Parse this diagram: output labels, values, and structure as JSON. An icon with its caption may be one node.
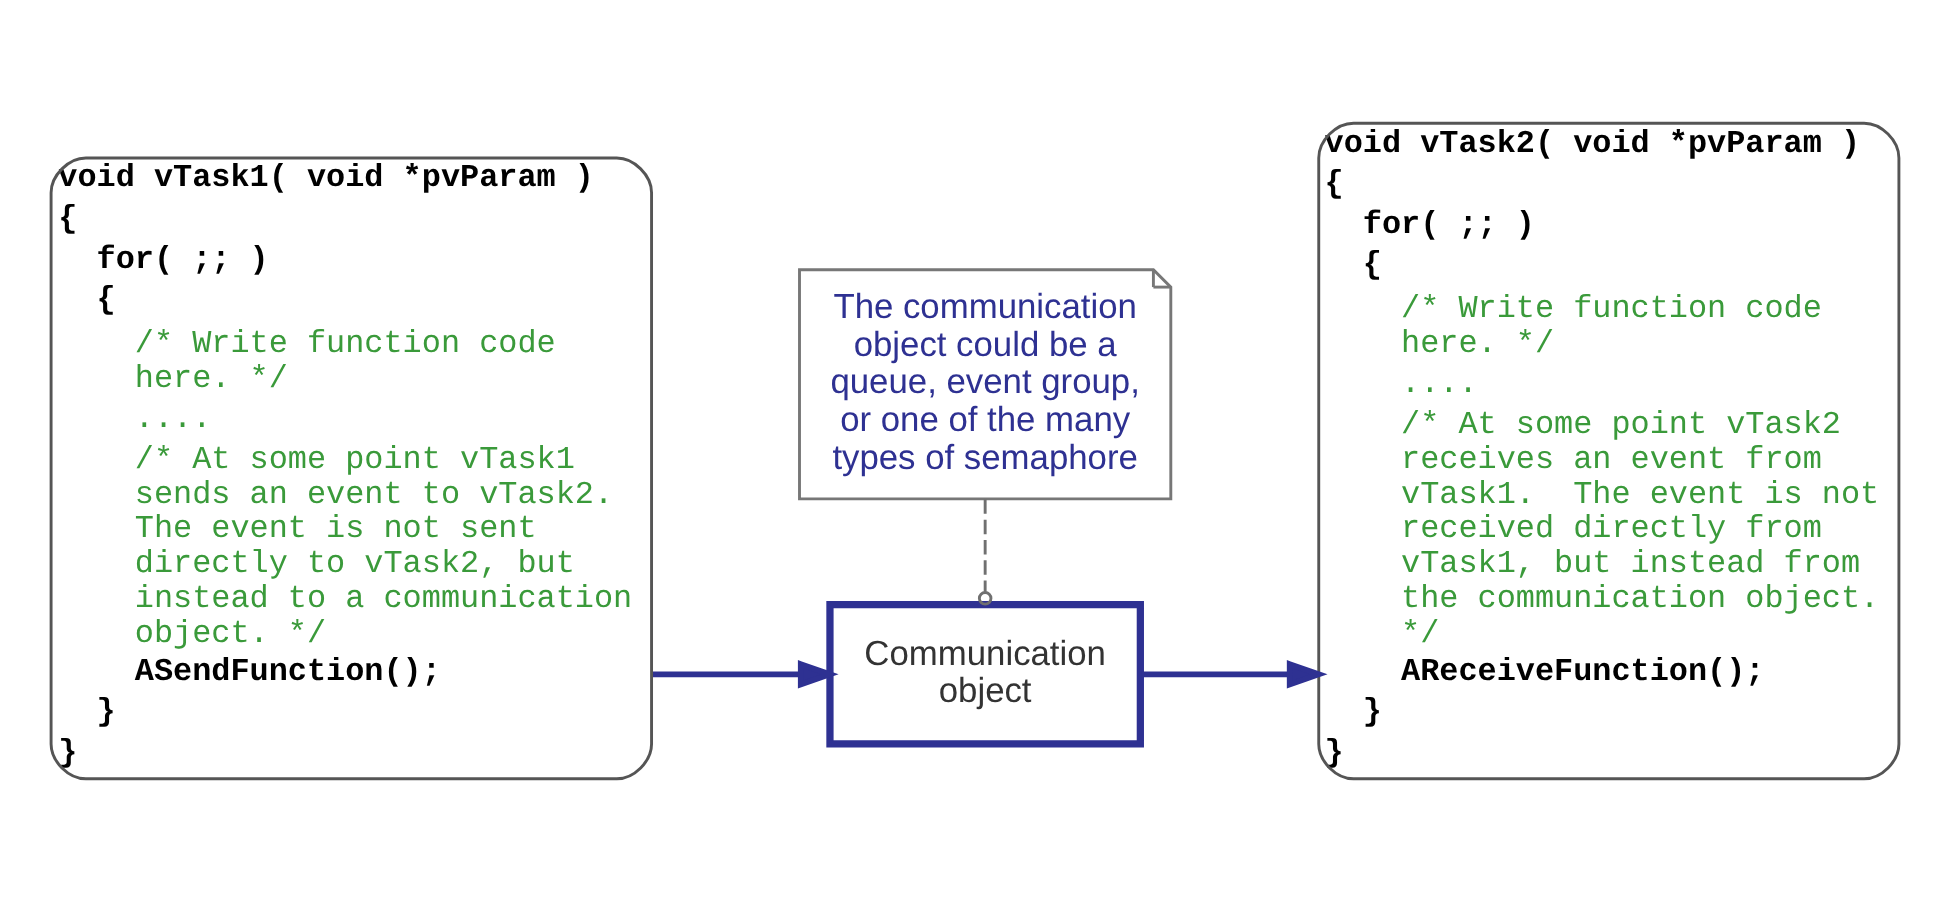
{
  "diagram": {
    "nodes": [
      {
        "text": [
          "void vTask1( void *pvParam )",
          "{",
          "for( ;; )",
          "{",
          "/* Write function code here. */",
          "....",
          "/* At some point vTask1 sends an event to vTask2.  The event is not sent directly to vTask2, but instead to a communication object. */",
          "ASendFunction();",
          "}",
          "}"
        ]
      },
      {
        "text": [
          "The communication object could be a queue, event group, or one of the many types of semaphore"
        ]
      },
      {
        "text": [
          "Communication object"
        ]
      },
      {
        "text": [
          "void vTask2( void *pvParam )",
          "{",
          "for( ;; )",
          "{",
          "/* Write function code here. */",
          "....",
          "/* At some point vTask2 receives an event from vTask1.  The event is not received directly from vTask1, but instead from the communication object. */",
          "AReceiveFunction();",
          "}",
          "}"
        ]
      }
    ],
    "edges": [
      {
        "from": 0,
        "to": 2,
        "arrow": "to"
      },
      {
        "from": 2,
        "to": 3,
        "arrow": "to"
      },
      {
        "from": 1,
        "to": 2,
        "arrow": "other",
        "style": "dashed",
        "color": "#707070"
      }
    ]
  }
}
